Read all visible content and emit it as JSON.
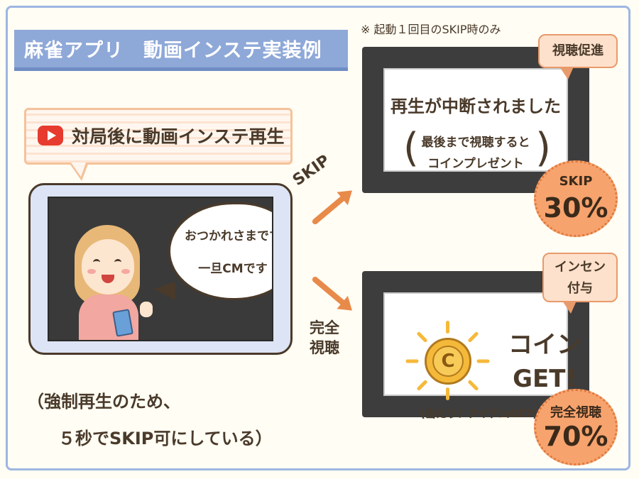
{
  "title": "麻雀アプリ　動画インステ実装例",
  "note_top": "※ 起動１回目のSKIP時のみ",
  "header_bubble": {
    "text": "対局後に動画インステ再生"
  },
  "speech": {
    "line1": "おつかれさまです",
    "line2": "一旦CMです"
  },
  "bottom_note": {
    "line1": "（強制再生のため、",
    "line2": "５秒でSKIP可にしている）"
  },
  "arrows": {
    "skip_label": "SKIP",
    "full_label_line1": "完全",
    "full_label_line2": "視聴"
  },
  "panel_skip": {
    "title": "再生が中断されました",
    "sub_line1": "最後まで視聴すると",
    "sub_line2": "コインプレゼント",
    "paren_left": "(",
    "paren_right": ")"
  },
  "panel_full": {
    "coin_letter": "C",
    "coin_text_line1": "コイン",
    "coin_text_line2": "GET!",
    "bottom_text": "(当たり！アイテムGET)"
  },
  "tags": {
    "promote": "視聴促進",
    "incentive_line1": "インセン",
    "incentive_line2": "付与"
  },
  "stamps": {
    "skip": {
      "label": "SKIP",
      "value": "30%"
    },
    "full": {
      "label": "完全視聴",
      "value": "70%"
    }
  },
  "colors": {
    "title_bar": "#8ea8d8",
    "accent": "#e88a4a",
    "panel": "#3d3d3d",
    "stamp": "#f7a36e"
  }
}
